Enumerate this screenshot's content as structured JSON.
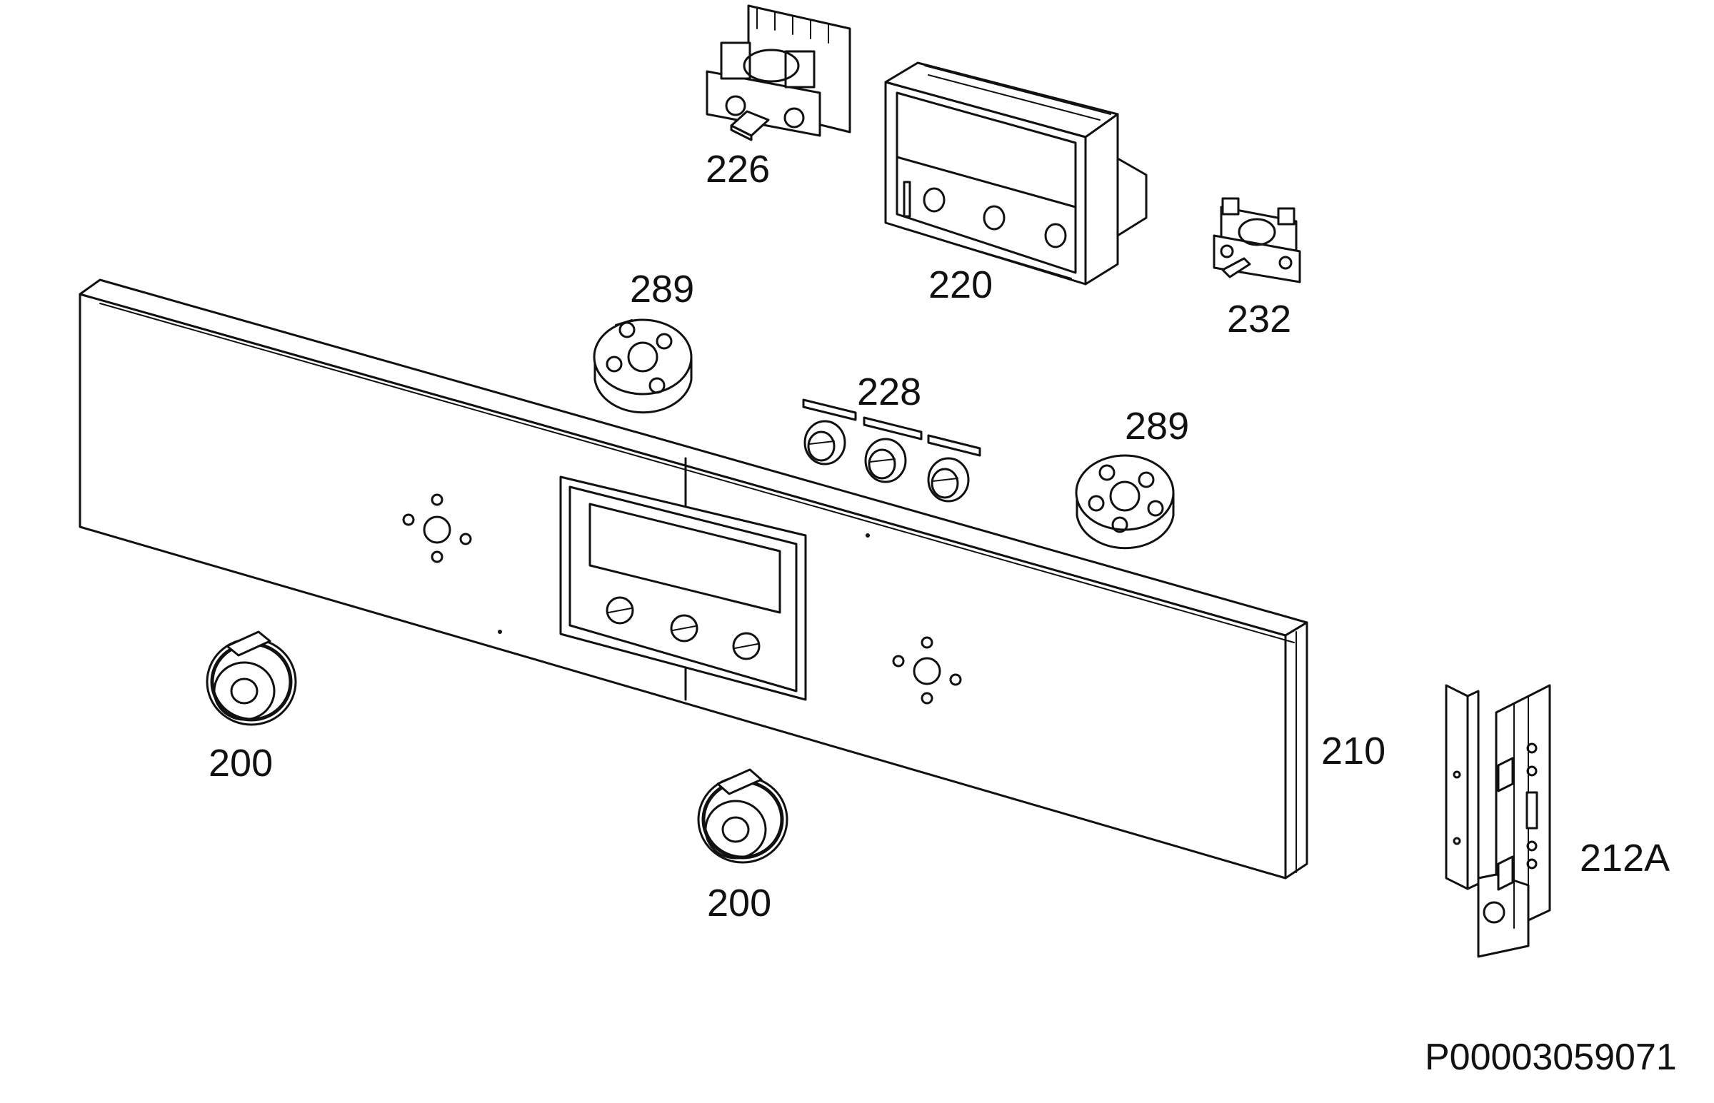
{
  "labels": {
    "p226": "226",
    "p220": "220",
    "p232": "232",
    "p289a": "289",
    "p228": "228",
    "p289b": "289",
    "p210": "210",
    "p200a": "200",
    "p200b": "200",
    "p212a": "212A"
  },
  "drawing_code": "P00003059071"
}
